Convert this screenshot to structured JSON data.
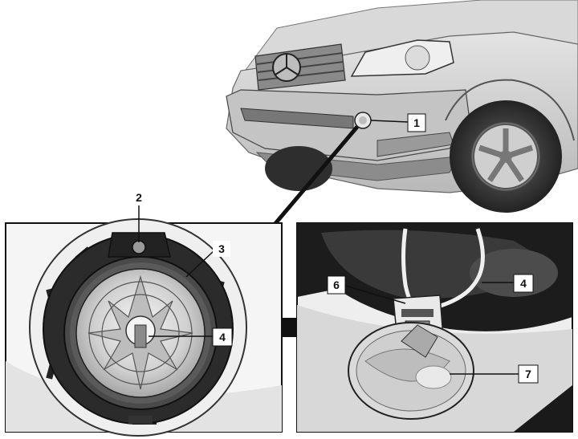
{
  "callouts": {
    "c1": "1",
    "c2": "2",
    "c3": "3",
    "c4a": "4",
    "c4b": "4",
    "c6": "6",
    "c7": "7"
  },
  "colors": {
    "outline": "#111111",
    "panel_fill": "#f4f4f4",
    "car_body": "#cfcfcf",
    "tire": "#3a3a3a",
    "glass": "#e6e6e6"
  },
  "icons": [
    "arrow-right-icon",
    "mercedes-star-icon"
  ]
}
